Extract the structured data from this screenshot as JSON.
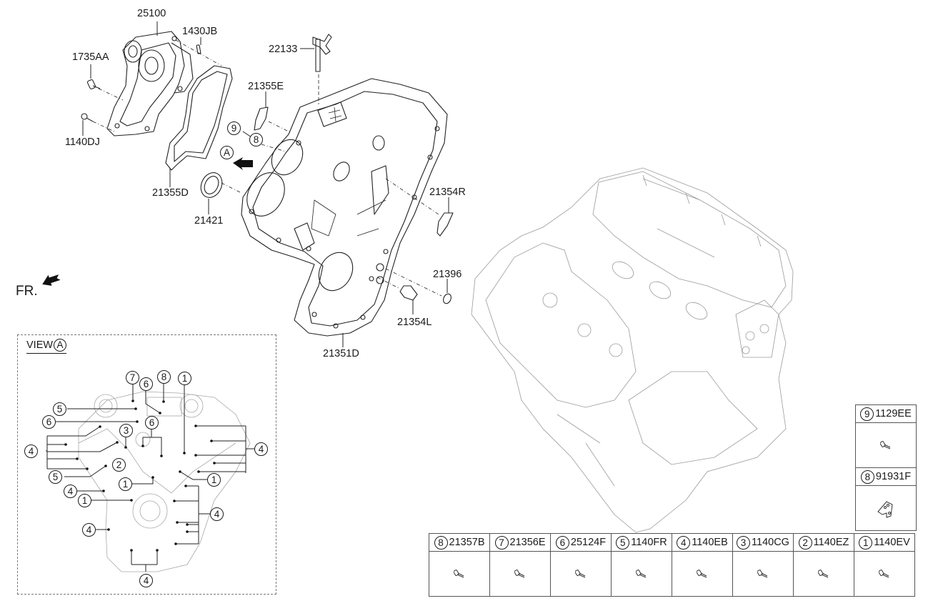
{
  "diagram": {
    "type": "exploded-parts-diagram",
    "subject": "Timing chain cover / water pump assembly",
    "front_indicator": {
      "label": "FR.",
      "icon": "front-direction-arrow-icon"
    },
    "view_marker": {
      "label": "A",
      "icon": "view-direction-arrow-icon"
    },
    "part_labels": [
      {
        "id": "p25100",
        "text": "25100",
        "name": "water-pump"
      },
      {
        "id": "p1430JB",
        "text": "1430JB",
        "name": "dowel-pin"
      },
      {
        "id": "p1735AA",
        "text": "1735AA",
        "name": "bolt"
      },
      {
        "id": "p1140DJ",
        "text": "1140DJ",
        "name": "bolt"
      },
      {
        "id": "p21355D",
        "text": "21355D",
        "name": "water-pump-gasket"
      },
      {
        "id": "p21421",
        "text": "21421",
        "name": "front-oil-seal"
      },
      {
        "id": "p22133",
        "text": "22133",
        "name": "fitting-pipe"
      },
      {
        "id": "p21355E",
        "text": "21355E",
        "name": "gasket"
      },
      {
        "id": "p21354R",
        "text": "21354R",
        "name": "gasket-right"
      },
      {
        "id": "p21396",
        "text": "21396",
        "name": "o-ring"
      },
      {
        "id": "p21354L",
        "text": "21354L",
        "name": "gasket-left"
      },
      {
        "id": "p21351D",
        "text": "21351D",
        "name": "timing-chain-cover"
      }
    ],
    "main_callouts": [
      "9",
      "8"
    ],
    "view_a": {
      "title": "VIEW",
      "marker": "A",
      "callouts": [
        {
          "n": "7"
        },
        {
          "n": "6"
        },
        {
          "n": "8"
        },
        {
          "n": "1"
        },
        {
          "n": "5"
        },
        {
          "n": "6"
        },
        {
          "n": "6"
        },
        {
          "n": "3"
        },
        {
          "n": "4"
        },
        {
          "n": "4"
        },
        {
          "n": "2"
        },
        {
          "n": "5"
        },
        {
          "n": "1"
        },
        {
          "n": "1"
        },
        {
          "n": "4"
        },
        {
          "n": "1"
        },
        {
          "n": "4"
        },
        {
          "n": "4"
        },
        {
          "n": "4"
        }
      ]
    },
    "fastener_table_side": [
      {
        "ref": "9",
        "part": "1129EE",
        "icon": "bolt-icon"
      },
      {
        "ref": "8",
        "part": "91931F",
        "icon": "bracket-icon"
      }
    ],
    "fastener_table_bottom": [
      {
        "ref": "8",
        "part": "21357B",
        "icon": "bolt-icon"
      },
      {
        "ref": "7",
        "part": "21356E",
        "icon": "bolt-icon"
      },
      {
        "ref": "6",
        "part": "25124F",
        "icon": "bolt-icon"
      },
      {
        "ref": "5",
        "part": "1140FR",
        "icon": "bolt-icon"
      },
      {
        "ref": "4",
        "part": "1140EB",
        "icon": "bolt-icon"
      },
      {
        "ref": "3",
        "part": "1140CG",
        "icon": "bolt-icon"
      },
      {
        "ref": "2",
        "part": "1140EZ",
        "icon": "bolt-icon"
      },
      {
        "ref": "1",
        "part": "1140EV",
        "icon": "bolt-icon"
      }
    ]
  }
}
